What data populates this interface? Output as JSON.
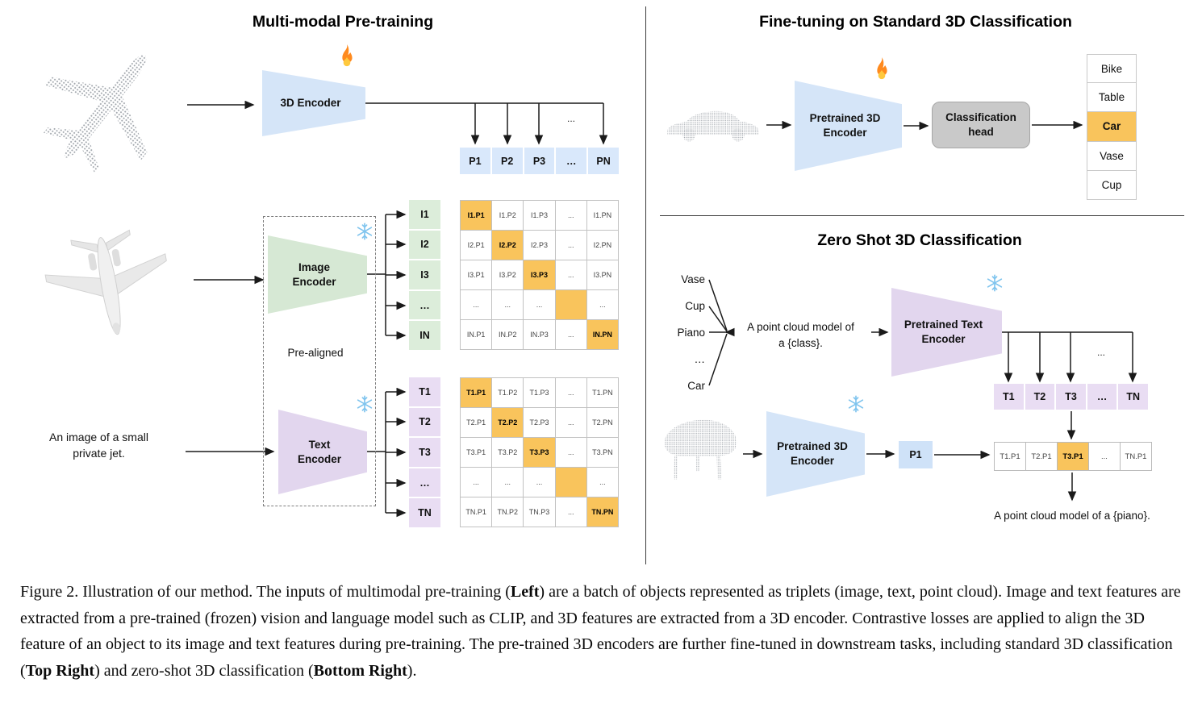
{
  "colors": {
    "highlight_orange": "#f9c45c",
    "encoder_blue": "#d5e5f8",
    "encoder_green": "#d6e8d4",
    "encoder_purple": "#e2d6ee",
    "feature_blue": "#d9e8fb",
    "feature_green": "#dcedda",
    "feature_purple": "#e9ddf3",
    "head_gray": "#c9c9c9"
  },
  "left_panel": {
    "title": "Multi-modal Pre-training",
    "encoder_3d_label": "3D Encoder",
    "image_encoder_label": "Image\nEncoder",
    "text_encoder_label": "Text\nEncoder",
    "pre_aligned_label": "Pre-aligned",
    "image_caption_input": "An image of a small\nprivate jet.",
    "output_ellipsis": "...",
    "p_row": [
      "P1",
      "P2",
      "P3",
      "…",
      "PN"
    ],
    "i_col": [
      "I1",
      "I2",
      "I3",
      "…",
      "IN"
    ],
    "t_col": [
      "T1",
      "T2",
      "T3",
      "…",
      "TN"
    ],
    "image_matrix": [
      [
        "I1.P1",
        "I1.P2",
        "I1.P3",
        "...",
        "I1.PN"
      ],
      [
        "I2.P1",
        "I2.P2",
        "I2.P3",
        "...",
        "I2.PN"
      ],
      [
        "I3.P1",
        "I3.P2",
        "I3.P3",
        "...",
        "I3.PN"
      ],
      [
        "...",
        "...",
        "...",
        "",
        "..."
      ],
      [
        "IN.P1",
        "IN.P2",
        "IN.P3",
        "...",
        "IN.PN"
      ]
    ],
    "text_matrix": [
      [
        "T1.P1",
        "T1.P2",
        "T1.P3",
        "...",
        "T1.PN"
      ],
      [
        "T2.P1",
        "T2.P2",
        "T2.P3",
        "...",
        "T2.PN"
      ],
      [
        "T3.P1",
        "T3.P2",
        "T3.P3",
        "...",
        "T3.PN"
      ],
      [
        "...",
        "...",
        "...",
        "",
        "..."
      ],
      [
        "TN.P1",
        "TN.P2",
        "TN.P3",
        "...",
        "TN.PN"
      ]
    ]
  },
  "top_right_panel": {
    "title": "Fine-tuning on Standard 3D Classification",
    "encoder_label": "Pretrained 3D\nEncoder",
    "classification_head_label": "Classification\nhead",
    "classes": [
      "Bike",
      "Table",
      "Car",
      "Vase",
      "Cup"
    ],
    "highlight_index": 2,
    "highlighted_class": "Car"
  },
  "bottom_right_panel": {
    "title": "Zero Shot 3D Classification",
    "class_list": [
      "Vase",
      "Cup",
      "Piano",
      "…",
      "Car"
    ],
    "prompt_text": "A point cloud model of\na {class}.",
    "text_encoder_label": "Pretrained Text\nEncoder",
    "encoder_3d_label": "Pretrained 3D\nEncoder",
    "t_row": [
      "T1",
      "T2",
      "T3",
      "…",
      "TN"
    ],
    "output_ellipsis": "...",
    "p1_label": "P1",
    "similarity_row": [
      "T1.P1",
      "T2.P1",
      "T3.P1",
      "...",
      "TN.P1"
    ],
    "highlight_index": 2,
    "highlighted_similarity": "T3.P1",
    "output_text": "A point cloud model of a {piano}."
  },
  "icons": {
    "flame": "trainable",
    "snowflake": "frozen"
  },
  "caption": {
    "segments": [
      {
        "text": "Figure 2. Illustration of our method. The inputs of multimodal pre-training (",
        "bold": false
      },
      {
        "text": "Left",
        "bold": true
      },
      {
        "text": ") are a batch of objects represented as triplets (image, text, point cloud). Image and text features are extracted from a pre-trained (frozen) vision and language model such as CLIP, and 3D features are extracted from a 3D encoder. Contrastive losses are applied to align the 3D feature of an object to its image and text features during pre-training. The pre-trained 3D encoders are further fine-tuned in downstream tasks, including standard 3D classification (",
        "bold": false
      },
      {
        "text": "Top Right",
        "bold": true
      },
      {
        "text": ") and zero-shot 3D classification (",
        "bold": false
      },
      {
        "text": "Bottom Right",
        "bold": true
      },
      {
        "text": ").",
        "bold": false
      }
    ]
  }
}
